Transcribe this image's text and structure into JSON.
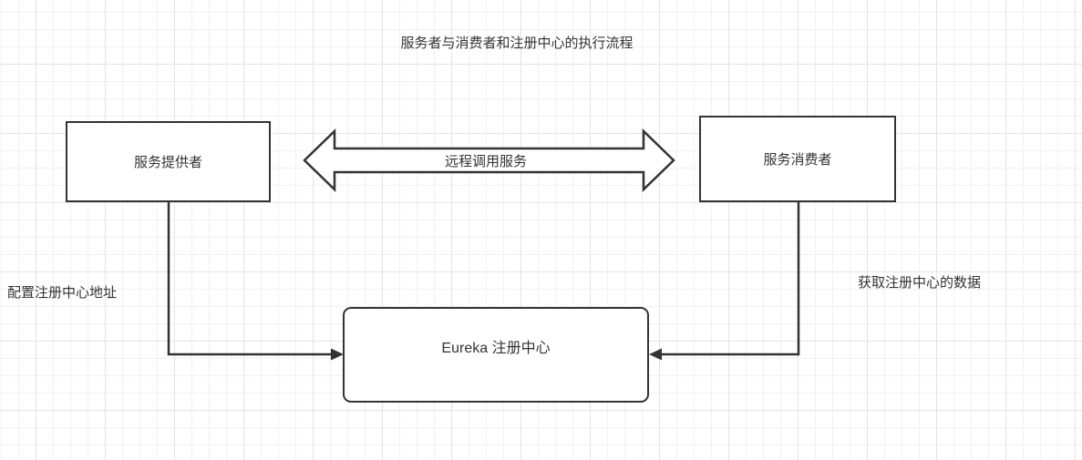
{
  "diagram": {
    "title": "服务者与消费者和注册中心的执行流程",
    "nodes": {
      "provider": {
        "label": "服务提供者"
      },
      "consumer": {
        "label": "服务消费者"
      },
      "registry": {
        "label": "Eureka 注册中心"
      }
    },
    "edges": {
      "remote_call": {
        "label": "远程调用服务",
        "type": "double-block-arrow",
        "between": [
          "provider",
          "consumer"
        ]
      },
      "provider_to_registry": {
        "label": "配置注册中心地址",
        "type": "orthogonal-arrow",
        "from": "provider",
        "to": "registry"
      },
      "consumer_to_registry": {
        "label": "获取注册中心的数据",
        "type": "orthogonal-arrow",
        "from": "consumer",
        "to": "registry"
      }
    },
    "colors": {
      "stroke_color": "#333333",
      "text_color": "#333333",
      "grid_minor": "#f1f1f1",
      "grid_major": "#e4e4e4",
      "shape_fill": "#ffffff",
      "canvas_bg": "#ffffff"
    }
  }
}
